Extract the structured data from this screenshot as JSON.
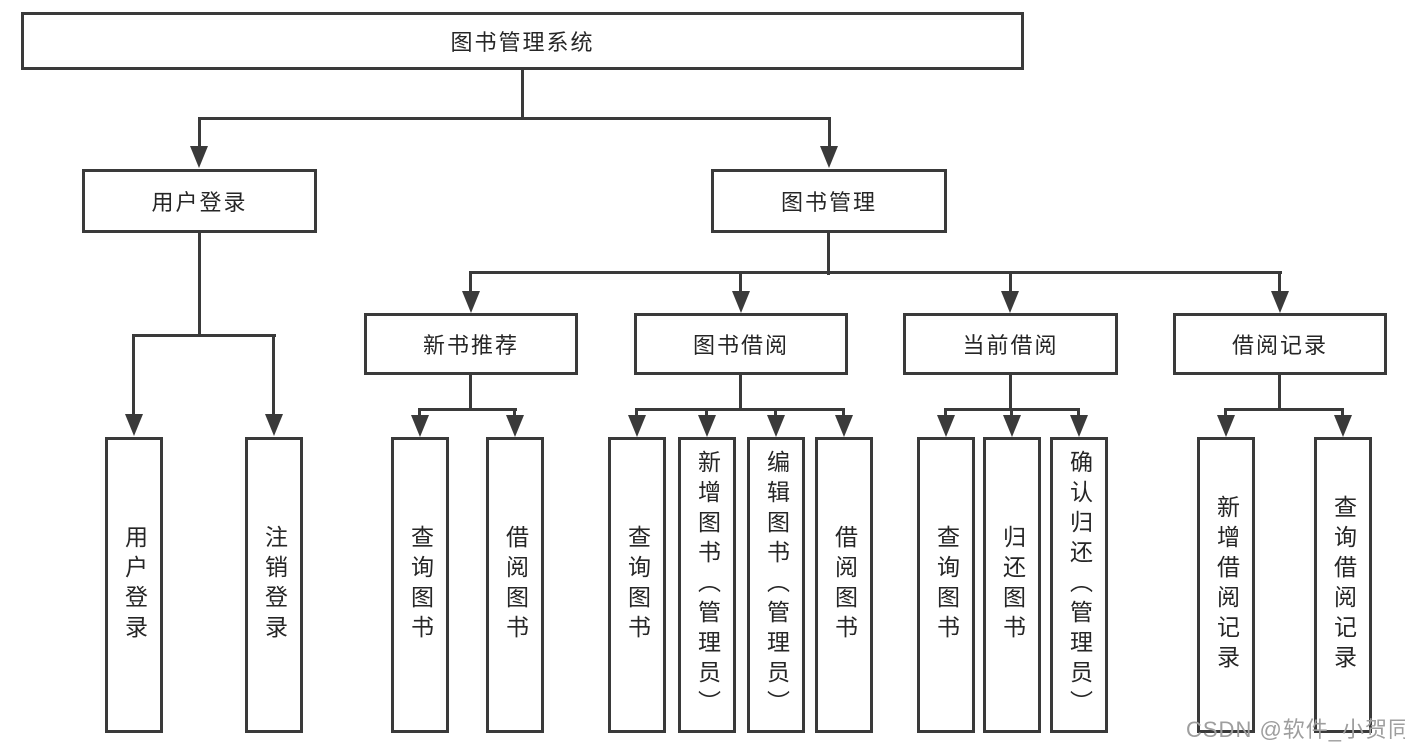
{
  "diagram": {
    "root": {
      "label": "图书管理系统"
    },
    "branches": [
      {
        "label": "用户登录",
        "children": [
          {
            "label": "用户登录"
          },
          {
            "label": "注销登录"
          }
        ]
      },
      {
        "label": "图书管理",
        "children": [
          {
            "label": "新书推荐",
            "children": [
              {
                "label": "查询图书"
              },
              {
                "label": "借阅图书"
              }
            ]
          },
          {
            "label": "图书借阅",
            "children": [
              {
                "label": "查询图书"
              },
              {
                "label": "新增图书（管理员）"
              },
              {
                "label": "编辑图书（管理员）"
              },
              {
                "label": "借阅图书"
              }
            ]
          },
          {
            "label": "当前借阅",
            "children": [
              {
                "label": "查询图书"
              },
              {
                "label": "归还图书"
              },
              {
                "label": "确认归还（管理员）"
              }
            ]
          },
          {
            "label": "借阅记录",
            "children": [
              {
                "label": "新增借阅记录"
              },
              {
                "label": "查询借阅记录"
              }
            ]
          }
        ]
      }
    ]
  },
  "watermark": {
    "text": "CSDN @软件_小贺同学",
    "color": "#9e9e9e"
  },
  "colors": {
    "line": "#3a3a3a",
    "text": "#262626",
    "node_background": "#ffffff",
    "page_background": "#ffffff"
  }
}
